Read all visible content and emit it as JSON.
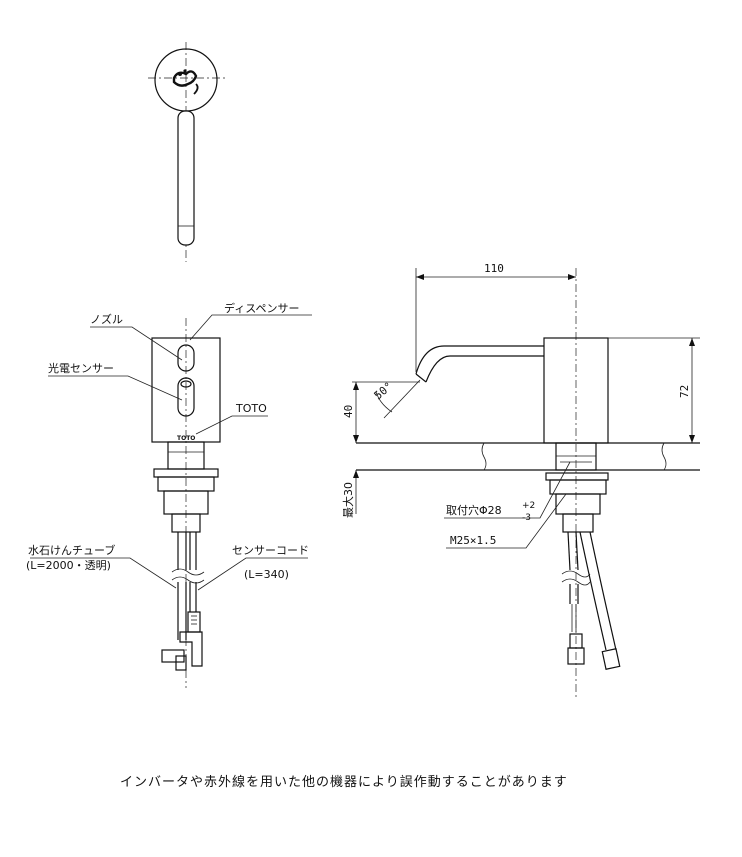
{
  "labels": {
    "nozzle": "ノズル",
    "dispenser": "ディスペンサー",
    "photo_sensor": "光電センサー",
    "brand": "TOTO",
    "soap_tube": "水石けんチューブ",
    "soap_tube_spec": "(L=2000・透明)",
    "sensor_cord": "センサーコード",
    "sensor_cord_spec": "(L=340)"
  },
  "dimensions": {
    "width": "110",
    "height": "72",
    "spout_height": "40",
    "angle": "50°",
    "max_thickness": "最大30",
    "mount_hole": "取付穴Φ28",
    "mount_hole_tol_plus": "+2",
    "mount_hole_tol_minus": "-3",
    "thread": "M25×1.5"
  },
  "note": "インバータや赤外線を用いた他の機器により誤作動することがあります"
}
